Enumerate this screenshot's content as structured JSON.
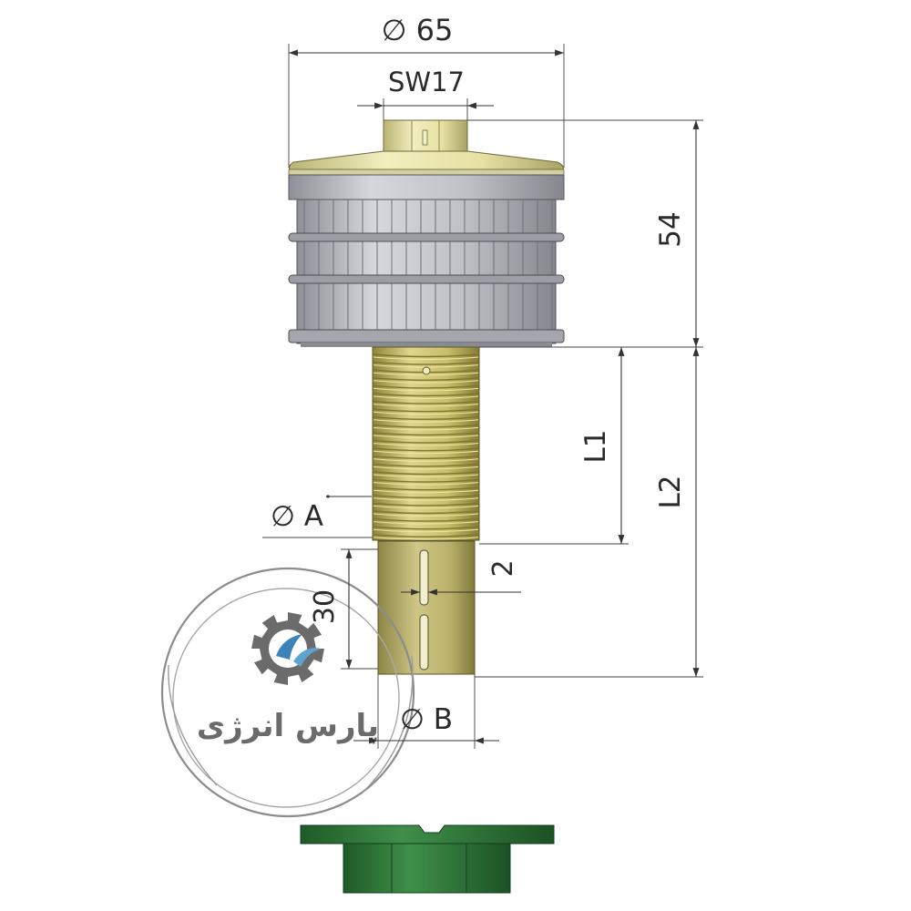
{
  "dimensions": {
    "outer_diameter": "∅ 65",
    "wrench_size": "SW17",
    "head_height": "54",
    "length_1": "L1",
    "length_2": "L2",
    "thread_diameter": "∅ A",
    "slot_width": "2",
    "tail_length": "30",
    "tail_diameter": "∅ B"
  },
  "logo": {
    "text": "پارس انرژی"
  },
  "colors": {
    "cap": "#e6e1a3",
    "hex_nut": "#c9c477",
    "screen": "#b8b9bf",
    "screen_band": "#8d8e96",
    "thread": "#c8bf6a",
    "thread_groove": "#8f8538",
    "tail": "#b9b06a",
    "base": "#2f7a3a",
    "logo_blue": "#3d82b8",
    "logo_gray": "#6b6b6b"
  },
  "icons": {
    "gear": "gear-icon",
    "water_drop": "water-drop-icon"
  }
}
